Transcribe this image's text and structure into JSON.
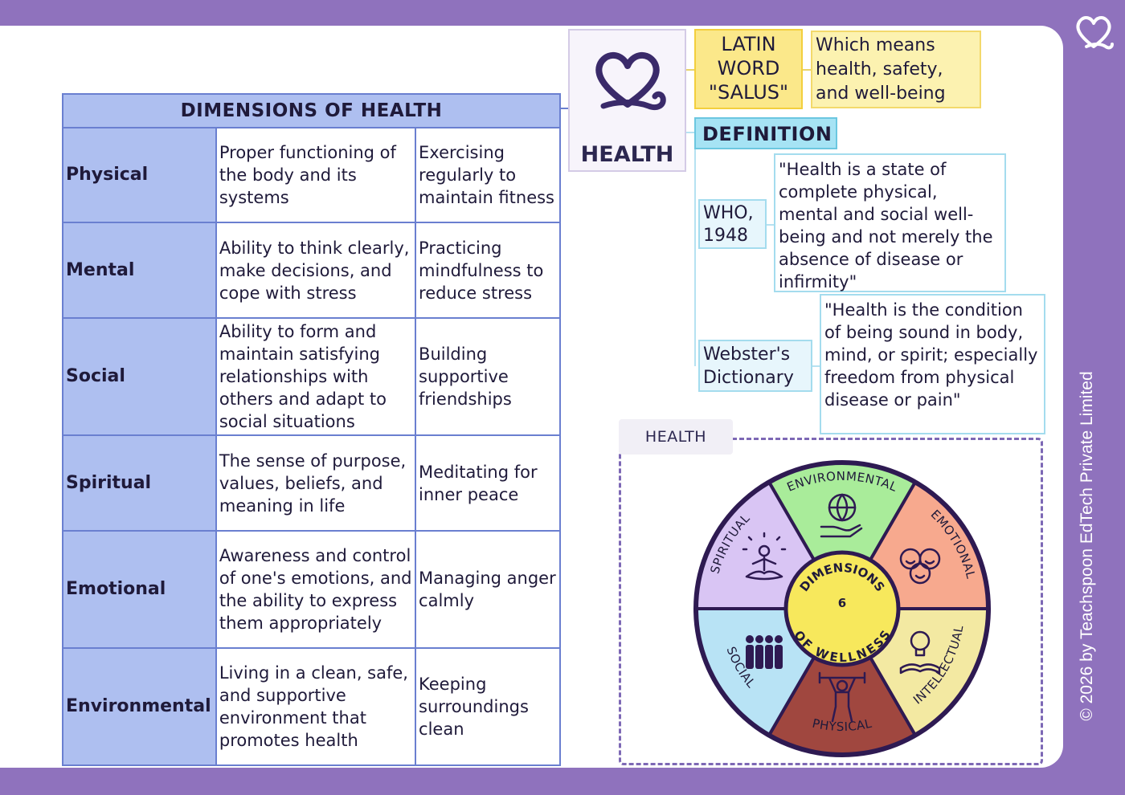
{
  "page": {
    "copyright": "© 2026 by Teachspoon EdTech Private Limited",
    "brand_logo_icon": "heart-loop-icon"
  },
  "table": {
    "title": "DIMENSIONS OF HEALTH",
    "rows": [
      {
        "dimension": "Physical",
        "description": "Proper functioning of the body and its systems",
        "example": "Exercising regularly to maintain fitness"
      },
      {
        "dimension": "Mental",
        "description": "Ability to think clearly, make decisions, and cope with stress",
        "example": "Practicing mindfulness to reduce stress"
      },
      {
        "dimension": "Social",
        "description": "Ability to form and maintain satisfying relationships with others and adapt to social situations",
        "example": "Building supportive friendships"
      },
      {
        "dimension": "Spiritual",
        "description": "The sense of purpose, values, beliefs, and meaning in life",
        "example": "Meditating for inner peace"
      },
      {
        "dimension": "Emotional",
        "description": "Awareness and control of one's emotions, and the ability to express them appropriately",
        "example": "Managing anger calmly"
      },
      {
        "dimension": "Environmental",
        "description": "Living in a clean, safe, and supportive environment that promotes health",
        "example": "Keeping surroundings clean"
      }
    ]
  },
  "health_node": {
    "label": "HEALTH",
    "icon": "heart-loop-icon"
  },
  "origin": {
    "latin_word": "LATIN WORD \"SALUS\"",
    "meaning": "Which means health, safety, and well-being"
  },
  "definition": {
    "heading": "DEFINITION",
    "items": [
      {
        "source": "WHO, 1948",
        "quote": "\"Health is a state of complete physical, mental and social well-being and not merely the absence of disease or infirmity\""
      },
      {
        "source": "Webster's Dictionary",
        "quote": "\"Health is the condition of being sound in body, mind, or spirit; especially freedom from physical disease or pain\""
      }
    ]
  },
  "wheel": {
    "tab_label": "HEALTH",
    "center_top": "DIMENSIONS",
    "center_number": "6",
    "center_bottom": "OF WELLNESS",
    "segments": [
      {
        "label": "ENVIRONMENTAL",
        "color": "#a9ec9a",
        "icon": "globe-hand-icon"
      },
      {
        "label": "EMOTIONAL",
        "color": "#f7a98e",
        "icon": "faces-icon"
      },
      {
        "label": "INTELLECTUAL",
        "color": "#f3e9a2",
        "icon": "lightbulb-book-icon"
      },
      {
        "label": "PHYSICAL",
        "color": "#a0473f",
        "icon": "weightlifter-icon"
      },
      {
        "label": "SOCIAL",
        "color": "#b8e3f5",
        "icon": "group-icon"
      },
      {
        "label": "SPIRITUAL",
        "color": "#d9c5f4",
        "icon": "meditation-icon"
      }
    ],
    "center_color": "#f7e85c",
    "rim_color": "#2e1a52"
  }
}
